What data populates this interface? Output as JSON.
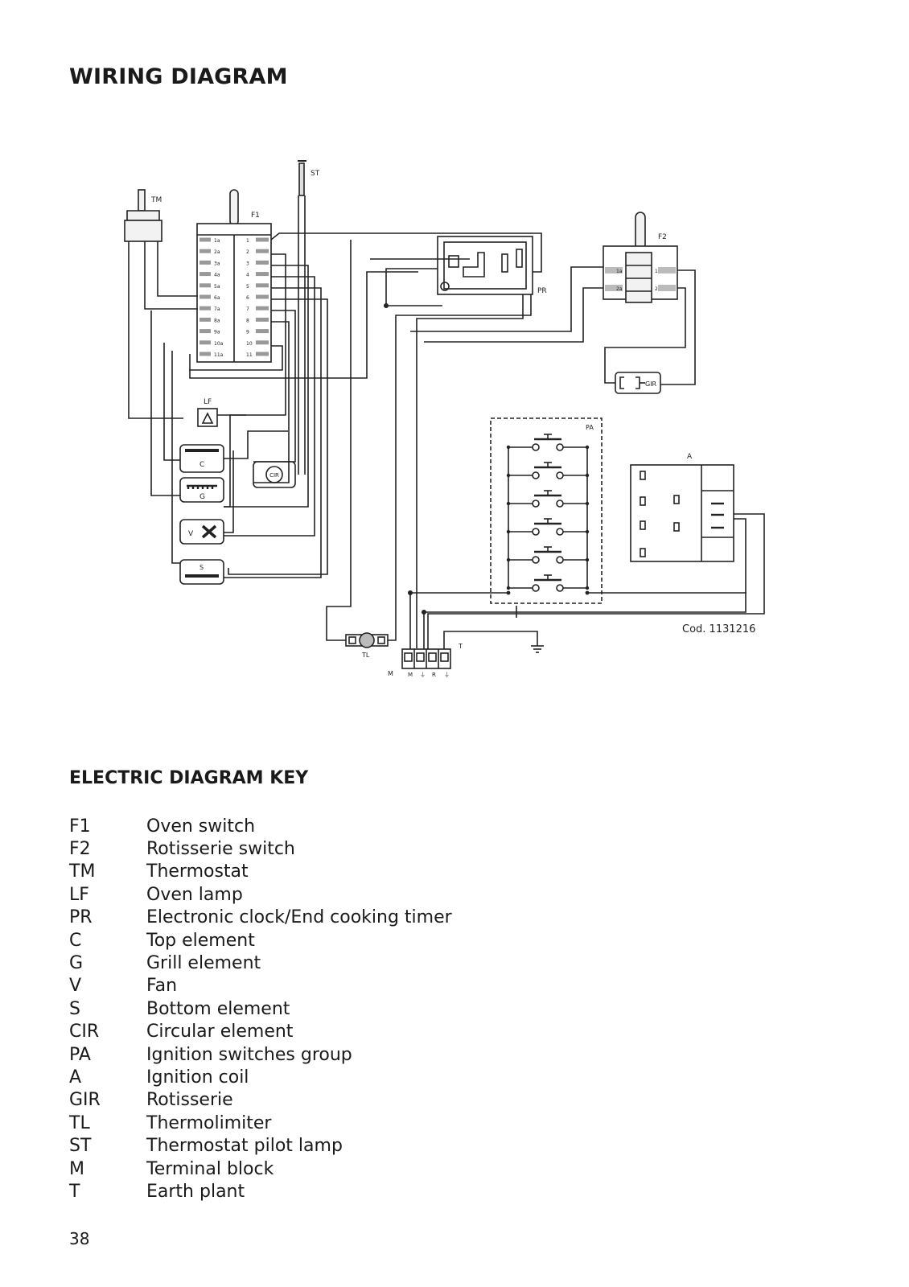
{
  "page": {
    "title": "WIRING DIAGRAM",
    "page_number": "38"
  },
  "diagram": {
    "labels": {
      "st": "ST",
      "tm": "TM",
      "f1": "F1",
      "f2": "F2",
      "pr": "PR",
      "gir": "GIR",
      "lf": "LF",
      "c": "C",
      "g": "G",
      "v": "V",
      "s": "S",
      "cir": "CIR",
      "pa": "PA",
      "a": "A",
      "tl": "TL",
      "m": "M",
      "t": "T",
      "code": "Cod. 1131216"
    },
    "f1_left_terminals": [
      "1a",
      "2a",
      "3a",
      "4a",
      "5a",
      "6a",
      "7a",
      "8a",
      "9a",
      "10a",
      "11a"
    ],
    "f1_right_terminals": [
      "1",
      "2",
      "3",
      "4",
      "5",
      "6",
      "7",
      "8",
      "9",
      "10",
      "11"
    ],
    "f2_terminals": [
      "1a",
      "1",
      "2a",
      "2"
    ],
    "terminal_block_marks": [
      "M",
      "⏚",
      "R",
      "⏚"
    ]
  },
  "key": {
    "title": "ELECTRIC DIAGRAM KEY",
    "items": [
      {
        "code": "F1",
        "desc": "Oven switch"
      },
      {
        "code": "F2",
        "desc": "Rotisserie switch"
      },
      {
        "code": "TM",
        "desc": "Thermostat"
      },
      {
        "code": "LF",
        "desc": "Oven lamp"
      },
      {
        "code": "PR",
        "desc": "Electronic clock/End cooking timer"
      },
      {
        "code": "C",
        "desc": "Top element"
      },
      {
        "code": "G",
        "desc": "Grill element"
      },
      {
        "code": "V",
        "desc": "Fan"
      },
      {
        "code": "S",
        "desc": "Bottom element"
      },
      {
        "code": "CIR",
        "desc": "Circular element"
      },
      {
        "code": "PA",
        "desc": "Ignition switches group"
      },
      {
        "code": "A",
        "desc": "Ignition coil"
      },
      {
        "code": "GIR",
        "desc": "Rotisserie"
      },
      {
        "code": "TL",
        "desc": "Thermolimiter"
      },
      {
        "code": "ST",
        "desc": "Thermostat pilot lamp"
      },
      {
        "code": "M",
        "desc": "Terminal block"
      },
      {
        "code": "T",
        "desc": "Earth plant"
      }
    ]
  }
}
